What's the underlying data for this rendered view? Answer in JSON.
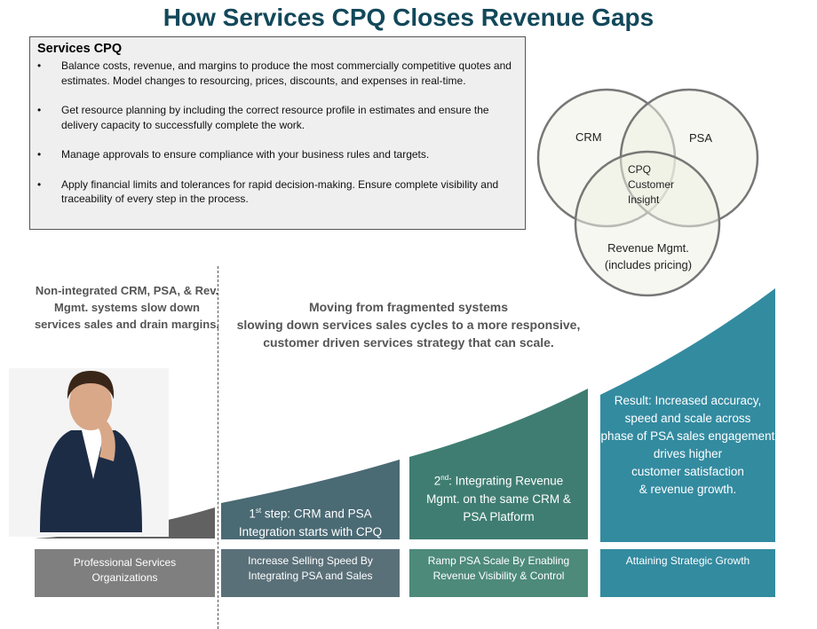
{
  "title": "How Services CPQ Closes Revenue Gaps",
  "services_box": {
    "heading": "Services CPQ",
    "bullets": [
      "Balance costs, revenue, and margins to produce the most commercially competitive quotes and estimates. Model changes to resourcing, prices, discounts, and expenses in real-time.",
      "Get resource planning by including the correct resource profile in estimates and ensure the delivery capacity to successfully complete the work.",
      "Manage approvals to ensure compliance with your business rules and targets.",
      "Apply financial limits and tolerances for rapid decision-making. Ensure complete visibility and traceability of every step in the process."
    ]
  },
  "venn": {
    "crm": "CRM",
    "psa": "PSA",
    "center": [
      "CPQ",
      "Customer",
      "Insight"
    ],
    "revenue": [
      "Revenue Mgmt.",
      "(includes pricing)"
    ]
  },
  "left_heading": "Non-integrated CRM, PSA,  & Rev. Mgmt. systems slow down services sales and drain margins.",
  "mid_heading": [
    "Moving from fragmented systems",
    "slowing down services sales cycles to a more responsive,",
    "customer driven services strategy that can scale."
  ],
  "steps": [
    {
      "sup": "st",
      "pre": "1",
      "text": ": step: CRM and PSA Integration starts with CPQ",
      "line1": " step: CRM and PSA",
      "line2": "Integration starts with CPQ"
    },
    {
      "pre": "2",
      "sup": "nd",
      "line1": ": Integrating Revenue",
      "line2": "Mgmt. on the same CRM &",
      "line3": "PSA Platform"
    },
    {
      "lines": [
        "Result: Increased accuracy,",
        "speed and scale across",
        "phase of PSA  sales engagement",
        "drives higher",
        "customer satisfaction",
        "& revenue growth."
      ]
    }
  ],
  "bottom_labels": [
    [
      "Professional Services",
      "Organizations"
    ],
    [
      "Increase Selling Speed By",
      "Integrating PSA and Sales"
    ],
    [
      "Ramp PSA Scale By Enabling",
      "Revenue Visibility & Control"
    ],
    [
      "Attaining Strategic Growth"
    ]
  ],
  "colors": {
    "title": "#12485a",
    "gray": "#616161",
    "slate": "#4a6a74",
    "green": "#3f7d72",
    "teal": "#338ba0"
  }
}
